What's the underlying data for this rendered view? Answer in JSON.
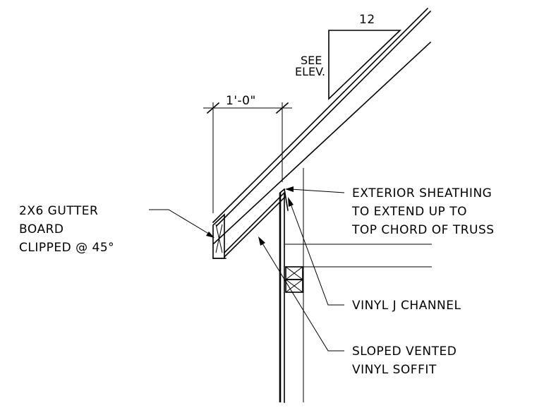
{
  "slope": {
    "run": "12",
    "rise_note_line1": "SEE",
    "rise_note_line2": "ELEV."
  },
  "dimension": {
    "overhang": "1'-0\""
  },
  "callouts": {
    "gutter_board": {
      "line1": "2X6 GUTTER",
      "line2": "BOARD",
      "line3": "CLIPPED @ 45°"
    },
    "sheathing": {
      "line1": "EXTERIOR SHEATHING",
      "line2": "TO EXTEND UP TO",
      "line3": "TOP CHORD OF TRUSS"
    },
    "j_channel": {
      "line1": "VINYL J CHANNEL"
    },
    "soffit": {
      "line1": "SLOPED VENTED",
      "line2": "VINYL SOFFIT"
    }
  }
}
